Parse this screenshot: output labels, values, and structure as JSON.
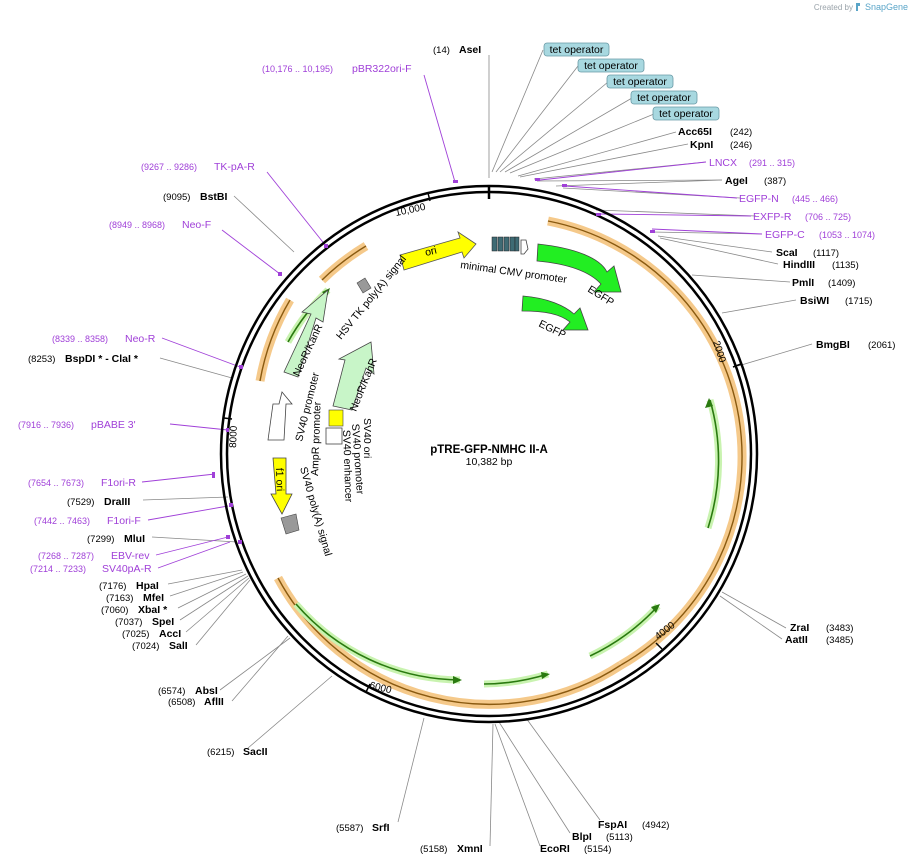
{
  "credit": {
    "prefix": "Created by",
    "brand": "SnapGene"
  },
  "plasmid": {
    "name": "pTRE-GFP-NMHC II-A",
    "size_label": "10,382 bp"
  },
  "ticks": [
    "2000",
    "4000",
    "6000",
    "8000",
    "10,000"
  ],
  "tet_operators": [
    "tet operator",
    "tet operator",
    "tet operator",
    "tet operator",
    "tet operator"
  ],
  "enzymes": [
    {
      "name": "AseI",
      "pos": "(14)"
    },
    {
      "name": "Acc65I",
      "pos": "(242)"
    },
    {
      "name": "KpnI",
      "pos": "(246)"
    },
    {
      "name": "AgeI",
      "pos": "(387)"
    },
    {
      "name": "ScaI",
      "pos": "(1117)"
    },
    {
      "name": "HindIII",
      "pos": "(1135)"
    },
    {
      "name": "PmlI",
      "pos": "(1409)"
    },
    {
      "name": "BsiWI",
      "pos": "(1715)"
    },
    {
      "name": "BmgBI",
      "pos": "(2061)"
    },
    {
      "name": "ZraI",
      "pos": "(3483)"
    },
    {
      "name": "AatII",
      "pos": "(3485)"
    },
    {
      "name": "FspAI",
      "pos": "(4942)"
    },
    {
      "name": "BlpI",
      "pos": "(5113)"
    },
    {
      "name": "EcoRI",
      "pos": "(5154)"
    },
    {
      "name": "XmnI",
      "pos": "(5158)"
    },
    {
      "name": "SrfI",
      "pos": "(5587)"
    },
    {
      "name": "SacII",
      "pos": "(6215)"
    },
    {
      "name": "AflII",
      "pos": "(6508)"
    },
    {
      "name": "AbsI",
      "pos": "(6574)"
    },
    {
      "name": "SalI",
      "pos": "(7024)"
    },
    {
      "name": "AccI",
      "pos": "(7025)"
    },
    {
      "name": "SpeI",
      "pos": "(7037)"
    },
    {
      "name": "XbaI *",
      "pos": "(7060)"
    },
    {
      "name": "MfeI",
      "pos": "(7163)"
    },
    {
      "name": "HpaI",
      "pos": "(7176)"
    },
    {
      "name": "MluI",
      "pos": "(7299)"
    },
    {
      "name": "DraIII",
      "pos": "(7529)"
    },
    {
      "name": "BspDI * - ClaI *",
      "pos": "(8253)"
    },
    {
      "name": "BstBI",
      "pos": "(9095)"
    }
  ],
  "primers": [
    {
      "name": "pBR322ori-F",
      "range": "(10,176 .. 10,195)"
    },
    {
      "name": "LNCX",
      "range": "(291 .. 315)"
    },
    {
      "name": "EGFP-N",
      "range": "(445 .. 466)"
    },
    {
      "name": "EXFP-R",
      "range": "(706 .. 725)"
    },
    {
      "name": "EGFP-C",
      "range": "(1053 .. 1074)"
    },
    {
      "name": "TK-pA-R",
      "range": "(9267 .. 9286)"
    },
    {
      "name": "Neo-F",
      "range": "(8949 .. 8968)"
    },
    {
      "name": "Neo-R",
      "range": "(8339 .. 8358)"
    },
    {
      "name": "pBABE 3'",
      "range": "(7916 .. 7936)"
    },
    {
      "name": "F1ori-R",
      "range": "(7654 .. 7673)"
    },
    {
      "name": "F1ori-F",
      "range": "(7442 .. 7463)"
    },
    {
      "name": "EBV-rev",
      "range": "(7268 .. 7287)"
    },
    {
      "name": "SV40pA-R",
      "range": "(7214 .. 7233)"
    }
  ],
  "features": {
    "ori": "ori",
    "cmv": "minimal CMV promoter",
    "egfp1": "EGFP",
    "egfp2": "EGFP",
    "hsv": "HSV TK poly(A) signal",
    "neo1": "NeoR/KanR",
    "neo2": "NeoR/KanR",
    "sv40ori": "SV40 ori",
    "sv40prom1": "SV40 promoter",
    "sv40prom2": "SV40 promoter",
    "sv40enh": "SV40 enhancer",
    "ampr": "AmpR promoter",
    "f1ori": "f1 ori",
    "sv40pa": "SV40 poly(A) signal"
  },
  "colors": {
    "backbone": "#000000",
    "orf": "#f0b060",
    "orf_line": "#8a5a10",
    "green_arrow": "#22dd22",
    "light_green": "#c8f5c8",
    "yellow": "#ffff00",
    "primer": "#a040d8",
    "tet_fill": "#a8d8e0",
    "promoter": "#ffffff",
    "terminator": "#999999"
  }
}
